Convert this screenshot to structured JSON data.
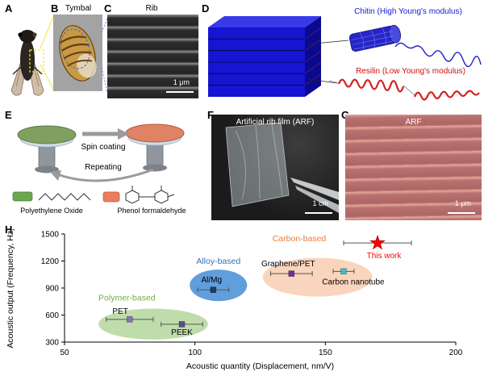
{
  "figure": {
    "panels": {
      "a": {
        "label": "A"
      },
      "b": {
        "label": "B",
        "title": "Tymbal"
      },
      "c": {
        "label": "C",
        "title": "Rib",
        "scale_bar": "1 μm"
      },
      "d": {
        "label": "D",
        "chitin_label": "Chitin (High Young's modulus)",
        "resilin_label": "Resilin (Low Young's modulus)"
      },
      "e": {
        "label": "E",
        "step1": "Spin coating",
        "step2": "Repeating",
        "material1": "Polyethylene Oxide",
        "material2": "Phenol formaldehyde"
      },
      "f": {
        "label": "F",
        "title": "Artificial rib film (ARF)",
        "scale_bar": "1 cm"
      },
      "g": {
        "label": "G",
        "title": "ARF",
        "scale_bar": "1 μm"
      },
      "h": {
        "label": "H"
      }
    },
    "colors": {
      "chitin_blue": "#1a1ad2",
      "resilin_red": "#cc1111",
      "highlight_yellow": "#f5e642"
    }
  },
  "chart_data": {
    "type": "scatter",
    "title": "",
    "xlabel": "Acoustic quantity (Displacement, nm/V)",
    "ylabel": "Acoustic output (Frequency, Hz)",
    "xlim": [
      50,
      200
    ],
    "ylim": [
      300,
      1500
    ],
    "xticks": [
      50,
      100,
      150,
      200
    ],
    "yticks": [
      300,
      600,
      900,
      1200,
      1500
    ],
    "grid": false,
    "legend_position": "none",
    "groups": [
      {
        "name": "Polymer-based",
        "cx": 84,
        "cy": 500,
        "rx": 21,
        "ry": 172,
        "fill": "#a9d18e",
        "fill_opacity": 0.75,
        "label_color": "#70ad47",
        "label_x": 63,
        "label_y": 760,
        "anchor": "start"
      },
      {
        "name": "Alloy-based",
        "cx": 109,
        "cy": 930,
        "rx": 11,
        "ry": 175,
        "fill": "#4f93d8",
        "fill_opacity": 0.9,
        "label_color": "#2e75b6",
        "label_x": 109,
        "label_y": 1170,
        "anchor": "middle"
      },
      {
        "name": "Carbon-based",
        "cx": 147,
        "cy": 1020,
        "rx": 21,
        "ry": 215,
        "fill": "#f8cbad",
        "fill_opacity": 0.8,
        "label_color": "#ed7d31",
        "label_x": 140,
        "label_y": 1420,
        "anchor": "middle"
      }
    ],
    "points": [
      {
        "name": "PET",
        "x": 75,
        "y": 552,
        "xerr": 9,
        "color": "#8a6fb8",
        "marker": "square",
        "label_anchor": "end",
        "label_dx": -2,
        "label_dy": -7
      },
      {
        "name": "PEEK",
        "x": 95,
        "y": 498,
        "xerr": 8,
        "color": "#5d4a8c",
        "marker": "square",
        "label_anchor": "middle",
        "label_dx": 0,
        "label_dy": 13
      },
      {
        "name": "Al/Mg",
        "x": 107,
        "y": 880,
        "xerr": 6,
        "color": "#203864",
        "marker": "square",
        "label_anchor": "middle",
        "label_dx": -2,
        "label_dy": -9
      },
      {
        "name": "Graphene/PET",
        "x": 137,
        "y": 1060,
        "xerr": 8,
        "color": "#7030a0",
        "marker": "square",
        "label_anchor": "middle",
        "label_dx": -4,
        "label_dy": -9
      },
      {
        "name": "Carbon nanotube",
        "x": 157,
        "y": 1085,
        "xerr": 4,
        "color": "#35c4c8",
        "marker": "square",
        "label_anchor": "middle",
        "label_dx": 12,
        "label_dy": 16
      },
      {
        "name": "This work",
        "x": 170,
        "y": 1400,
        "xerr": 13,
        "color": "#ff0000",
        "marker": "star",
        "label_anchor": "middle",
        "label_dx": 8,
        "label_dy": 19,
        "label_color": "#ff0000"
      }
    ]
  }
}
